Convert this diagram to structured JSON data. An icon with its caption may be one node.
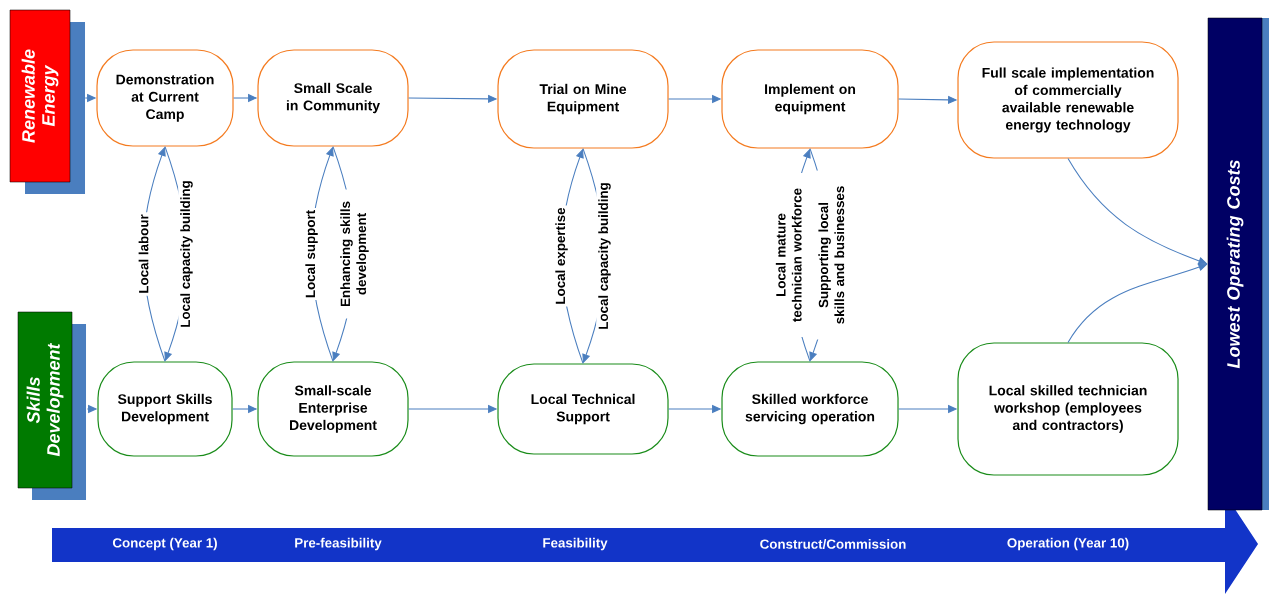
{
  "diagram": {
    "nodes": [
      {
        "text": [
          "Renewable Energy"
        ]
      },
      {
        "text": [
          "Skills Development"
        ]
      },
      {
        "text": [
          "Demonstration at Current Camp"
        ]
      },
      {
        "text": [
          "Small Scale in Community"
        ]
      },
      {
        "text": [
          "Trial on Mine Equipment"
        ]
      },
      {
        "text": [
          "Implement on equipment"
        ]
      },
      {
        "text": [
          "Full scale implementation of commercially available renewable energy technology"
        ]
      },
      {
        "text": [
          "Support Skills Development"
        ]
      },
      {
        "text": [
          "Small-scale Enterprise Development"
        ]
      },
      {
        "text": [
          "Local Technical Support"
        ]
      },
      {
        "text": [
          "Skilled workforce servicing operation"
        ]
      },
      {
        "text": [
          "Local skilled technician workshop (employees and contractors)"
        ]
      },
      {
        "text": [
          "Lowest Operating Costs"
        ]
      }
    ],
    "edges": [
      {
        "from": 0,
        "to": 2,
        "arrow": "to"
      },
      {
        "from": 2,
        "to": 3,
        "arrow": "to"
      },
      {
        "from": 3,
        "to": 4,
        "arrow": "to"
      },
      {
        "from": 4,
        "to": 5,
        "arrow": "to"
      },
      {
        "from": 5,
        "to": 6,
        "arrow": "to"
      },
      {
        "from": 1,
        "to": 7,
        "arrow": "to"
      },
      {
        "from": 7,
        "to": 8,
        "arrow": "to"
      },
      {
        "from": 8,
        "to": 9,
        "arrow": "to"
      },
      {
        "from": 9,
        "to": 10,
        "arrow": "to"
      },
      {
        "from": 10,
        "to": 11,
        "arrow": "to"
      },
      {
        "from": 6,
        "to": 12,
        "arrow": "to"
      },
      {
        "from": 11,
        "to": 12,
        "arrow": "to"
      },
      {
        "from": 7,
        "to": 2,
        "arrow": "to",
        "label": "Local labour"
      },
      {
        "from": 2,
        "to": 7,
        "arrow": "to",
        "label": "Local capacity building"
      },
      {
        "from": 8,
        "to": 3,
        "arrow": "to",
        "label": "Local support"
      },
      {
        "from": 3,
        "to": 8,
        "arrow": "to",
        "label": "Enhancing skills development"
      },
      {
        "from": 9,
        "to": 4,
        "arrow": "to",
        "label": "Local expertise"
      },
      {
        "from": 4,
        "to": 9,
        "arrow": "to",
        "label": "Local capacity building"
      },
      {
        "from": 10,
        "to": 5,
        "arrow": "to",
        "label": "Local mature technician workforce"
      },
      {
        "from": 5,
        "to": 10,
        "arrow": "to",
        "label": "Supporting local skills and businesses"
      }
    ],
    "labels": [
      "Concept (Year 1)",
      "Pre-feasibility",
      "Feasibility",
      "Construct/Commission",
      "Operation (Year 10)"
    ]
  }
}
